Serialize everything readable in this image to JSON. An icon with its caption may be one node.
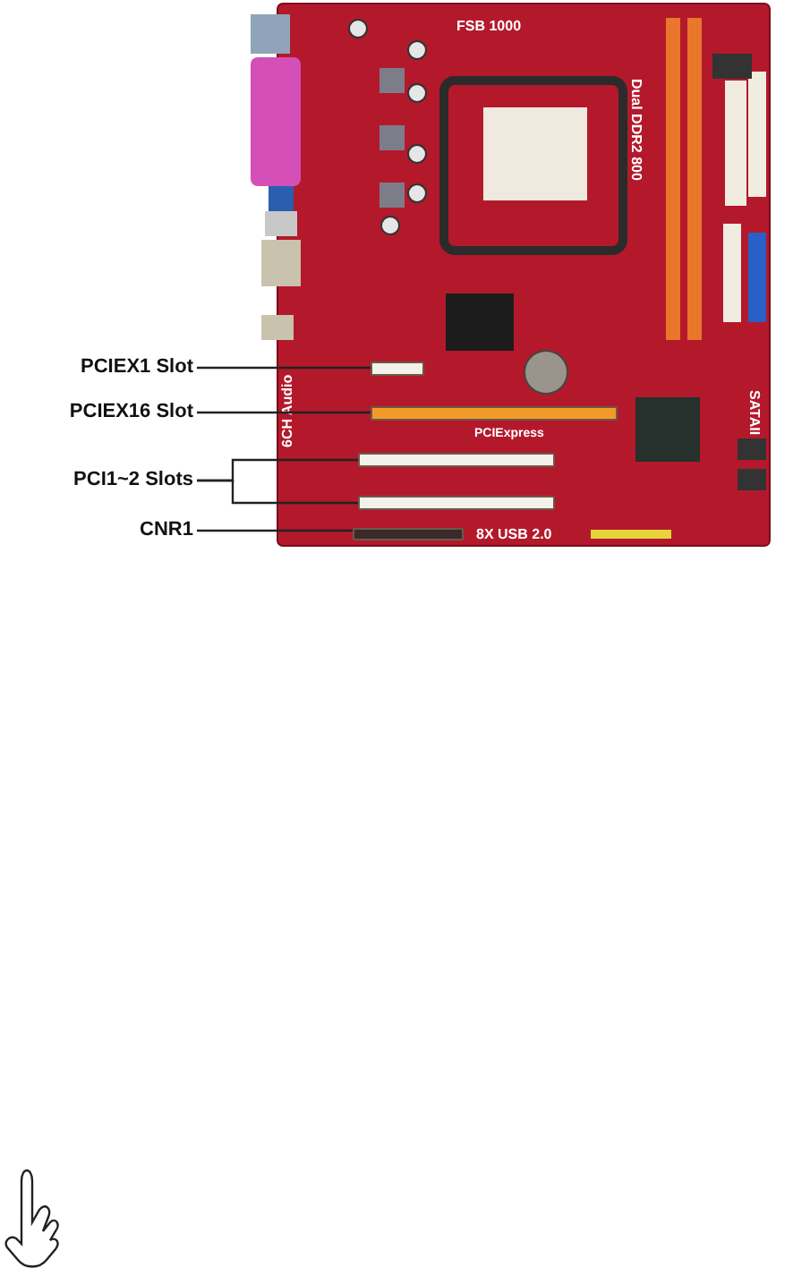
{
  "diagram": {
    "nodes": [
      {
        "text": [
          "PCIEX1 Slot"
        ]
      },
      {
        "text": [
          "PCIEX16 Slot"
        ]
      },
      {
        "text": [
          "PCI1~2 Slots"
        ]
      },
      {
        "text": [
          "CNR1"
        ]
      },
      {
        "text": [],
        "shape": "bar"
      },
      {
        "text": [],
        "shape": "bar"
      },
      {
        "text": [],
        "shape": "bar"
      },
      {
        "text": [],
        "shape": "bar"
      },
      {
        "text": [],
        "shape": "bar"
      }
    ],
    "edges": [
      {
        "from": 0,
        "to": 4,
        "arrow": "none"
      },
      {
        "from": 1,
        "to": 5,
        "arrow": "none"
      },
      {
        "from": 2,
        "to": 6,
        "arrow": "none"
      },
      {
        "from": 2,
        "to": 7,
        "arrow": "none"
      },
      {
        "from": 3,
        "to": 8,
        "arrow": "none"
      }
    ],
    "labels": [
      "FSB 1000",
      "Dual DDR2 800",
      "6CH Audio",
      "PCIExpress",
      "SATAII",
      "8X USB 2.0"
    ]
  }
}
